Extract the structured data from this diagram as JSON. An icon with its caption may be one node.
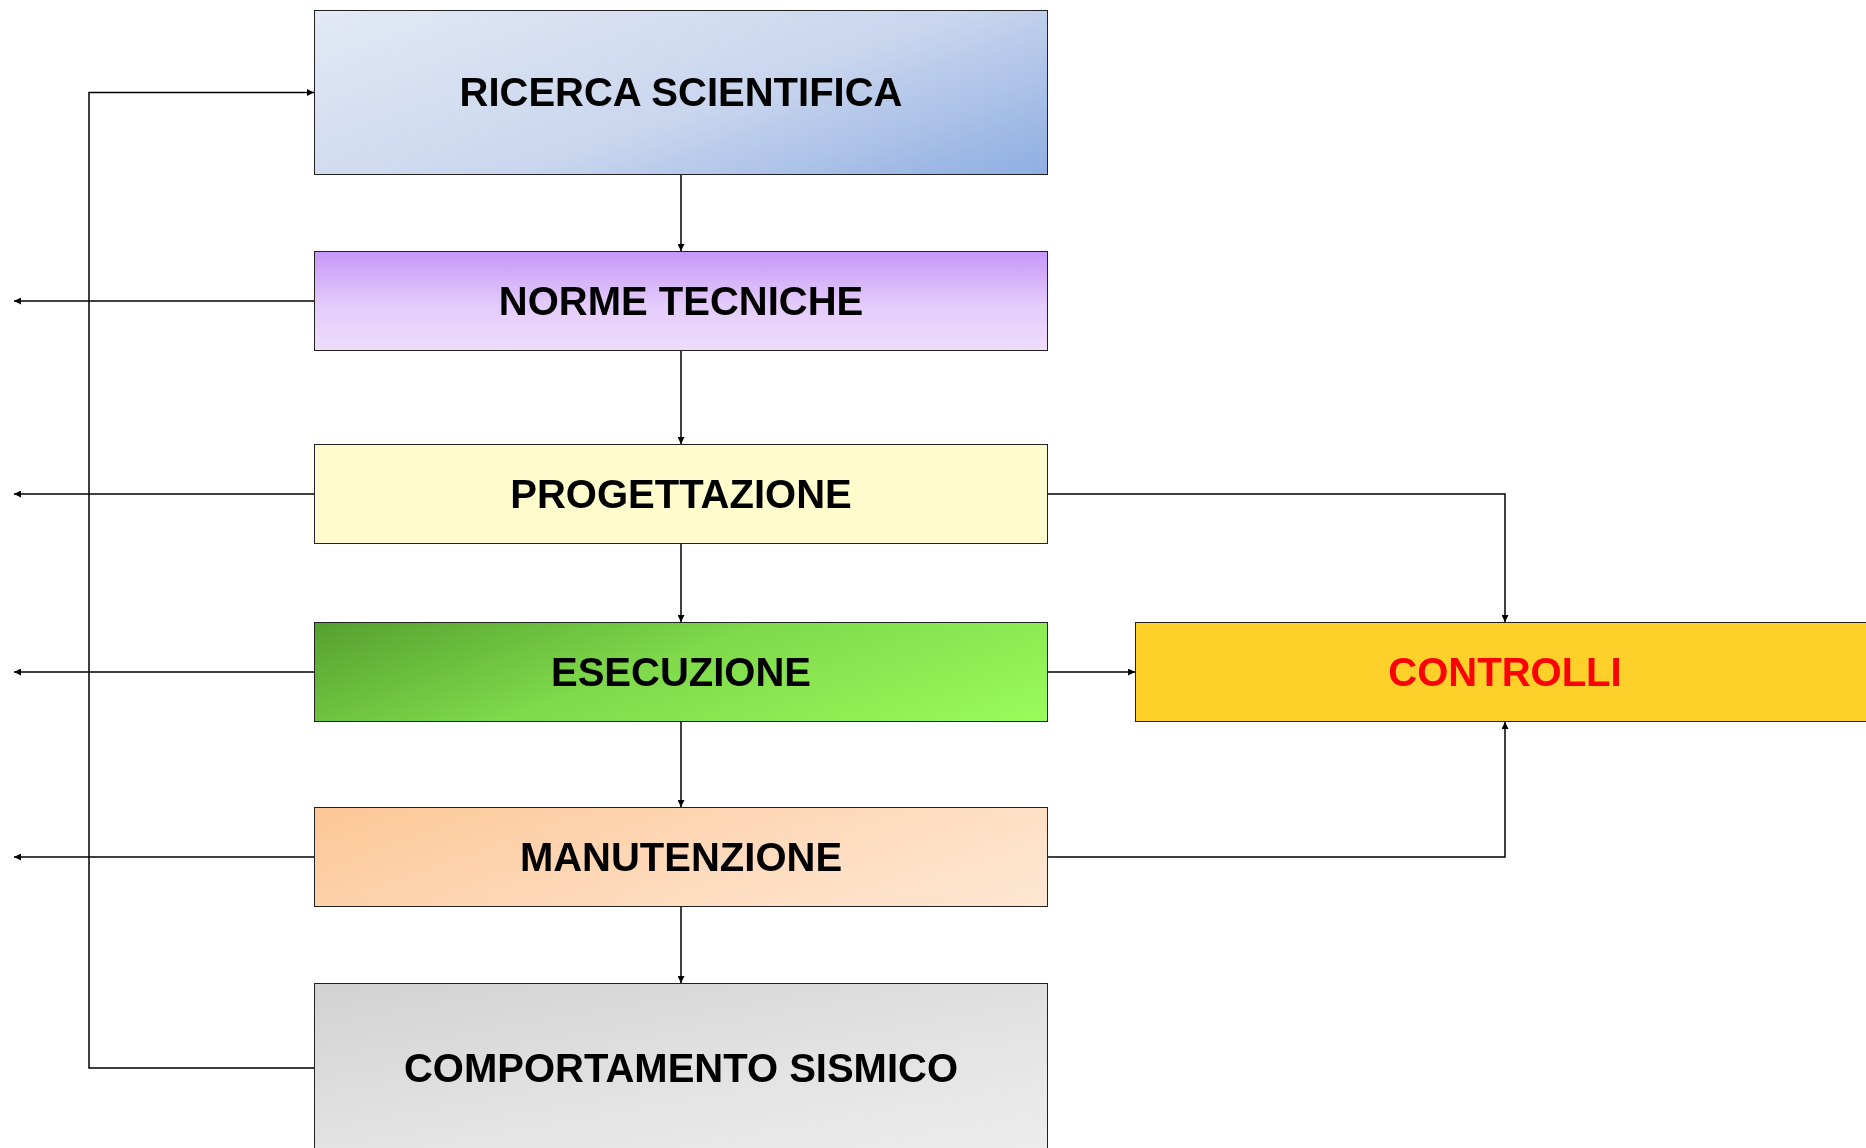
{
  "diagram": {
    "nodes": [
      {
        "text": [
          "RICERCA SCIENTIFICA"
        ]
      },
      {
        "text": [
          "NORME TECNICHE"
        ]
      },
      {
        "text": [
          "PROGETTAZIONE"
        ]
      },
      {
        "text": [
          "ESECUZIONE"
        ]
      },
      {
        "text": [
          "MANUTENZIONE"
        ]
      },
      {
        "text": [
          "COMPORTAMENTO SISMICO"
        ]
      },
      {
        "text": [
          "CONTROLLI"
        ]
      }
    ],
    "edges": [
      {
        "from": 0,
        "to": 1,
        "arrow": "to"
      },
      {
        "from": 1,
        "to": 2,
        "arrow": "to"
      },
      {
        "from": 2,
        "to": 3,
        "arrow": "to"
      },
      {
        "from": 3,
        "to": 4,
        "arrow": "to"
      },
      {
        "from": 4,
        "to": 5,
        "arrow": "to"
      },
      {
        "from": 5,
        "to": 0,
        "arrow": "to"
      },
      {
        "from": 1,
        "to": null,
        "arrow": "to"
      },
      {
        "from": 2,
        "to": null,
        "arrow": "to"
      },
      {
        "from": 3,
        "to": null,
        "arrow": "to"
      },
      {
        "from": 4,
        "to": null,
        "arrow": "to"
      },
      {
        "from": 2,
        "to": 6,
        "arrow": "to"
      },
      {
        "from": 3,
        "to": 6,
        "arrow": "to"
      },
      {
        "from": 4,
        "to": 6,
        "arrow": "to"
      }
    ]
  }
}
